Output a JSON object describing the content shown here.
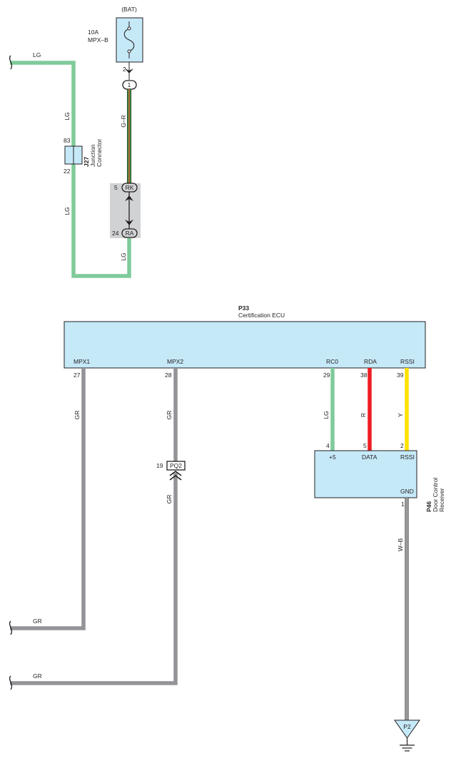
{
  "colors": {
    "lg": "#7fcb9a",
    "gr": "#929497",
    "r": "#ed1c24",
    "y": "#ffe200",
    "box": "#c6e9f8",
    "connector_shade": "#d1d2d4",
    "line": "#231f20"
  },
  "fuse": {
    "source": "(BAT)",
    "rating": "10A",
    "name": "MPX–B",
    "pin": "2",
    "icon": "fuse-icon"
  },
  "top_circuit": {
    "connector_1": "1",
    "wire_gr_label": "G–R",
    "left_lg_label": "LG",
    "lg_label_upper": "LG",
    "lg_label_lower": "LG",
    "bottom_lg_label": "LG"
  },
  "junction": {
    "id": "J27",
    "name_line1": "Junction",
    "name_line2": "Connector",
    "pin_top": "83",
    "pin_bottom": "22"
  },
  "inline_connectors": {
    "rk_pin": "5",
    "rk_name": "RK",
    "ra_pin": "24",
    "ra_name": "RA"
  },
  "ecu": {
    "id": "P33",
    "name": "Certification ECU",
    "terminals": [
      {
        "name": "MPX1",
        "pin": "27",
        "wire": "GR"
      },
      {
        "name": "MPX2",
        "pin": "28",
        "wire": "GR"
      },
      {
        "name": "RC0",
        "pin": "29",
        "wire": "LG"
      },
      {
        "name": "RDA",
        "pin": "38",
        "wire": "R"
      },
      {
        "name": "RSSI",
        "pin": "39",
        "wire": "Y"
      }
    ]
  },
  "pq2": {
    "pin": "19",
    "name": "PQ2",
    "wire_below": "GR"
  },
  "receiver": {
    "id": "P46",
    "name_line1": "Door Control",
    "name_line2": "Receiver",
    "terminals": [
      {
        "name": "+5",
        "pin": "4"
      },
      {
        "name": "DATA",
        "pin": "5"
      },
      {
        "name": "RSSI",
        "pin": "2"
      }
    ],
    "gnd_name": "GND",
    "gnd_pin": "1",
    "gnd_wire": "W–B"
  },
  "ground": {
    "id": "P2",
    "icon": "ground-icon"
  },
  "bottom_wires": {
    "gr_upper": "GR",
    "gr_lower": "GR"
  }
}
